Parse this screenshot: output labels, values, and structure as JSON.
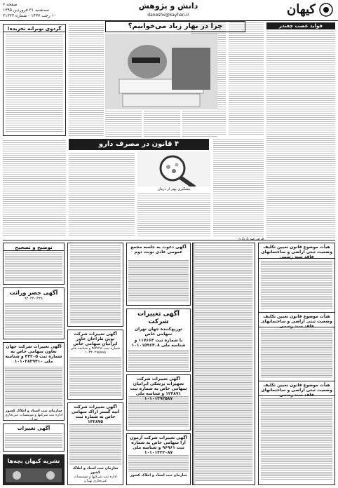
{
  "header": {
    "logo": "کیهان",
    "section_title": "دانش و پژوهش",
    "site": "daneshv@kayhan.ir",
    "page_info": "صفحه ۶",
    "date_line_1": "سه‌شنبه ۳۱ فروردین ۱۳۹۵",
    "date_line_2": "۱۰ رجب ۱۴۳۷ - شماره ۲۱۳۲۳"
  },
  "articles": {
    "benefits_title": "فواید عصب چغندر",
    "sleep_headline": "چرا در بهار زیاد می‌خوابیم؟",
    "drugs_headline": "۴ قانون در مصرف دارو",
    "right_box_title": "گردوی نوبرانه تخریده!",
    "correction_title": "توضیح و تصحیح",
    "pharmacy_caption": "پیشگیری بهتر از درمان",
    "fab_caption": "قرص ضد بارداری"
  },
  "ads": {
    "modify_notice": "آگهی تغییرات",
    "ad_company_big": "آگهی تغییرات شرکت",
    "ad_company_name": "توزیع‌کننده جهان تهران سهامی خاص",
    "ad_numbers": "با شماره ثبت ۱۱۷۶۶۴ و شناسه ملی ۱۰۱۰۱۵۹۶۴۰۸",
    "ad_mid_title": "آگهی دعوت به جلسه مجمع عمومی عادی نوبت دوم",
    "notice_heading": "هیأت موضوع قانون تعیین تکلیف وضعیت ثبتی اراضی و ساختمانهای فاقد سند رسمی",
    "left_notice_title": "آگهی حصر وراثت",
    "left_notice_number": "۹۴۰۴۲-۱۴۲۸",
    "left_company_title": "آگهی تغییرات شرکت جهان تعاون سهامی خاص به شماره ثبت ۴۴۲۰۵ و شناسه ملی ۱۰۱۰۲۸۳۹۴۱۰",
    "left_company_mid": "آگهی تغییرات شرکت نوین طراحان خاور ایرانیان سهامی خاص",
    "left_company_mid2": "شماره ثبت ۴۵۴۷۹۶ و شناسه ملی ۱۰۳۲۰۲۷۵۷۹۵",
    "bottom_mid_title": "آگهی تغییرات شرکت تجهیزات پزشکی ایرانیان سهامی خاص به شماره ثبت ۱۲۳۸۷۱ و شناسه ملی ۱۰۱۰۱۳۹۲۵۸۷",
    "bottom_center_title": "آگهی تغییرات شرکت آزمون آرا سهامی خاص به شماره ثبت ۹۶۹۶۱ و شناسه ملی ۱۰۱۰۱۴۲۲۰۸۷",
    "bottom_center2_title": "آگهی تغییرات شرکت آتیه گستر اراک سهامی خاص به شماره ثبت ۱۴۲۸۷۵",
    "registry_footer": "سازمان ثبت اسناد و املاک کشور",
    "registry_footer_2": "اداره ثبت شرکتها و موسسات غیرتجاری تهران",
    "promo": "نشریه کیهان بچه‌ها"
  },
  "colors": {
    "ink": "#111111",
    "bar": "#1b1b1b",
    "hatch": "#bdbdbd"
  },
  "icons": {
    "logo_emblem": "kayhan-emblem-icon",
    "photo_sleep": "sleeping-man-photo",
    "photo_pills": "magnifier-pills-photo",
    "promo_art": "kids-magazine-graphic"
  }
}
